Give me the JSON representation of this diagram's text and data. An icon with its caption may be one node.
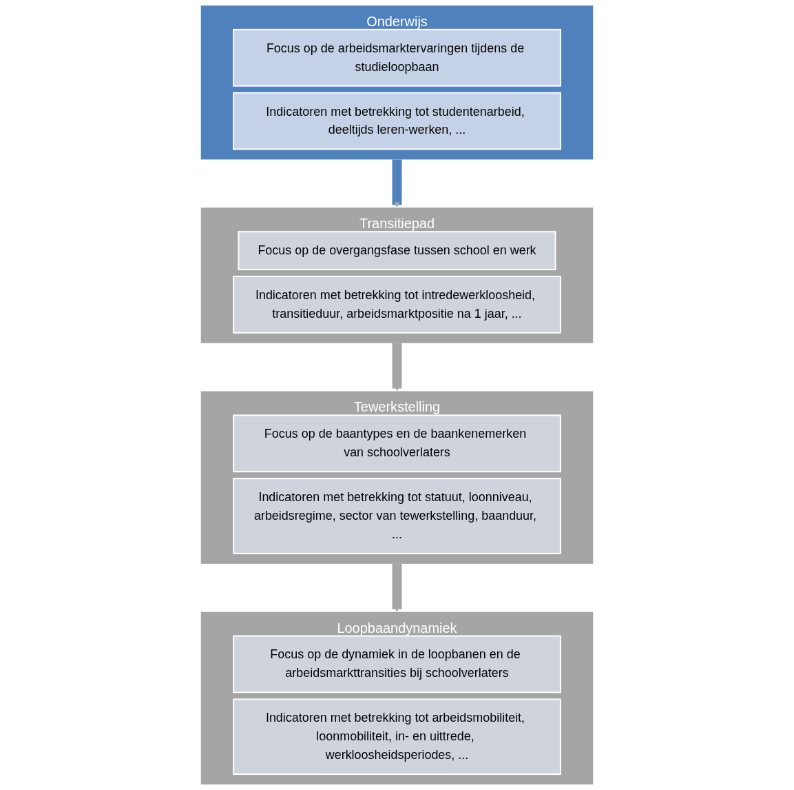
{
  "diagram": {
    "nodes": [
      {
        "text": [
          "Onderwijs"
        ]
      },
      {
        "text": [
          "Focus op de arbeidsmarktervaringen tijdens de studieloopbaan"
        ],
        "in": 0
      },
      {
        "text": [
          "Indicatoren met betrekking tot studentenarbeid, deeltijds leren-werken, ..."
        ],
        "in": 0
      },
      {
        "text": [
          "Transitiepad"
        ]
      },
      {
        "text": [
          "Focus op de overgangsfase tussen school en werk"
        ],
        "in": 3
      },
      {
        "text": [
          "Indicatoren met betrekking tot intredewerkloosheid, transitieduur, arbeidsmarktpositie na 1 jaar, ..."
        ],
        "in": 3
      },
      {
        "text": [
          "Tewerkstelling"
        ]
      },
      {
        "text": [
          "Focus op de baantypes en de baankenemerken van schoolverlaters"
        ],
        "in": 6
      },
      {
        "text": [
          "Indicatoren met betrekking tot statuut, loonniveau, arbeidsregime, sector van tewerkstelling, baanduur, ..."
        ],
        "in": 6
      },
      {
        "text": [
          "Loopbaandynamiek"
        ]
      },
      {
        "text": [
          "Focus op de dynamiek in de loopbanen en de arbeidsmarkttransities bij schoolverlaters"
        ],
        "in": 9
      },
      {
        "text": [
          "Indicatoren met betrekking tot arbeidsmobiliteit, loonmobiliteit, in- en uittrede, werkloosheidsperiodes, ..."
        ],
        "in": 9
      }
    ],
    "edges": [
      {
        "from": 0,
        "to": 3,
        "arrow": "to",
        "color": "#4f81bd"
      },
      {
        "from": 3,
        "to": 6,
        "arrow": "to"
      },
      {
        "from": 6,
        "to": 9,
        "arrow": "to"
      }
    ]
  }
}
